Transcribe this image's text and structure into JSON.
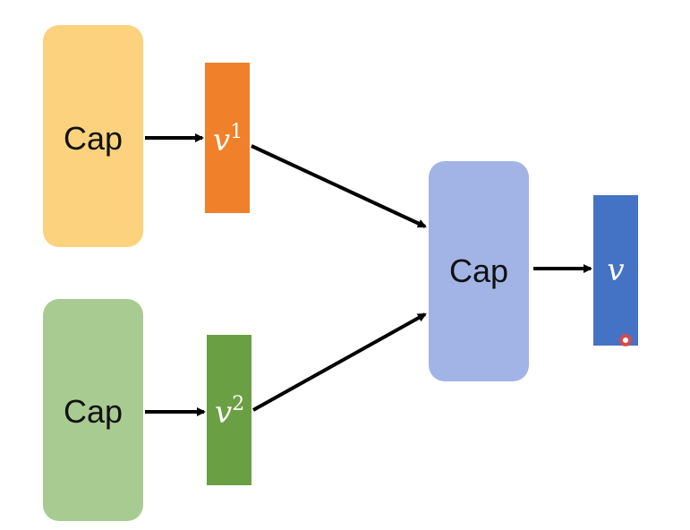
{
  "nodes": {
    "cap_top": {
      "label": "Cap",
      "color": "#FCD27E"
    },
    "cap_bottom": {
      "label": "Cap",
      "color": "#A8CB92"
    },
    "cap_right": {
      "label": "Cap",
      "color": "#A2B4E6"
    },
    "vec_v1": {
      "symbol": "v",
      "superscript": "1",
      "color": "#F0812A"
    },
    "vec_v2": {
      "symbol": "v",
      "superscript": "2",
      "color": "#6B9F43"
    },
    "vec_v": {
      "symbol": "v",
      "superscript": "",
      "color": "#4472C4"
    }
  },
  "cursor": {
    "color": "#E8473C"
  },
  "arrow_color": "#000000"
}
